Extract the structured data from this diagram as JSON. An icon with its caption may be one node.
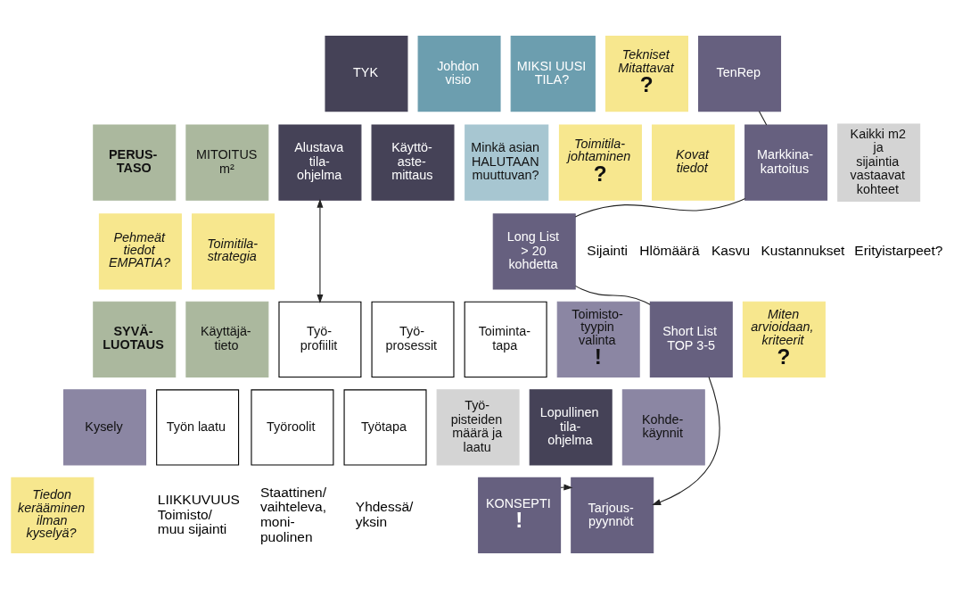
{
  "diagram": {
    "nodes": [
      {
        "text": [
          "TYK"
        ]
      },
      {
        "text": [
          "Johdon visio"
        ]
      },
      {
        "text": [
          "MIKSI UUSI TILA?"
        ]
      },
      {
        "text": [
          "TenRep"
        ]
      },
      {
        "text": [
          "Tekniset Mitattavat",
          "?"
        ]
      },
      {
        "text": [
          "PERUS- TASO"
        ]
      },
      {
        "text": [
          "MITOITUS",
          "m²"
        ]
      },
      {
        "text": [
          "Alustava tila- ohjelma"
        ]
      },
      {
        "text": [
          "Käyttö- aste- mittaus"
        ]
      },
      {
        "text": [
          "Minkä asian HALUTAAN muuttuvan?"
        ]
      },
      {
        "text": [
          "Markkina- kartoitus"
        ]
      },
      {
        "text": [
          "Kaikki m2 ja sijaintia vastaavat kohteet"
        ]
      },
      {
        "text": [
          "Toimitila- johtaminen",
          "?"
        ]
      },
      {
        "text": [
          "Kovat tiedot"
        ]
      },
      {
        "text": [
          "Long List",
          "> 20 kohdetta"
        ]
      },
      {
        "text": [
          "Pehmeät tiedot EMPATIA?"
        ]
      },
      {
        "text": [
          "Toimitila- strategia"
        ]
      },
      {
        "text": [
          "SYVÄ- LUOTAUS"
        ]
      },
      {
        "text": [
          "Käyttäjä- tieto"
        ]
      },
      {
        "text": [
          "Työ- profiilit"
        ]
      },
      {
        "text": [
          "Työ- prosessit"
        ]
      },
      {
        "text": [
          "Toiminta- tapa"
        ]
      },
      {
        "text": [
          "Toimisto- tyypin valinta",
          "!"
        ]
      },
      {
        "text": [
          "Short List",
          "TOP 3-5"
        ]
      },
      {
        "text": [
          "Miten arvioidaan, kriteerit",
          "?"
        ]
      },
      {
        "text": [
          "Kysely"
        ]
      },
      {
        "text": [
          "Työn laatu"
        ],
        "beside": [
          "LIIKKUVUUS Toimisto/ muu sijainti"
        ]
      },
      {
        "text": [
          "Työroolit"
        ],
        "beside": [
          "Staattinen/ vaihteleva, moni- puolinen"
        ]
      },
      {
        "text": [
          "Työtapa"
        ],
        "beside": [
          "Yhdessä/ yksin"
        ]
      },
      {
        "text": [
          "Työ- pisteiden määrä ja laatu"
        ]
      },
      {
        "text": [
          "Lopullinen tila- ohjelma"
        ]
      },
      {
        "text": [
          "Kohde- käynnit"
        ]
      },
      {
        "text": [
          "Tiedon kerääminen ilman kyselyä?"
        ]
      },
      {
        "text": [
          "KONSEPTI",
          "!"
        ]
      },
      {
        "text": [
          "Tarjous- pyynnöt"
        ]
      }
    ],
    "edges": [
      {
        "from": 7,
        "to": 19,
        "arrow": "both"
      },
      {
        "from": 3,
        "to": 10,
        "arrow": "none"
      },
      {
        "from": 10,
        "to": 14,
        "arrow": "none"
      },
      {
        "from": 14,
        "to": 23,
        "arrow": "none"
      },
      {
        "from": 23,
        "to": 34,
        "arrow": "to"
      },
      {
        "from": 33,
        "to": 34,
        "arrow": "to"
      }
    ],
    "labels": [
      "Sijainti",
      "Hlömäärä",
      "Kasvu",
      "Kustannukset",
      "Erityistarpeet?"
    ]
  }
}
